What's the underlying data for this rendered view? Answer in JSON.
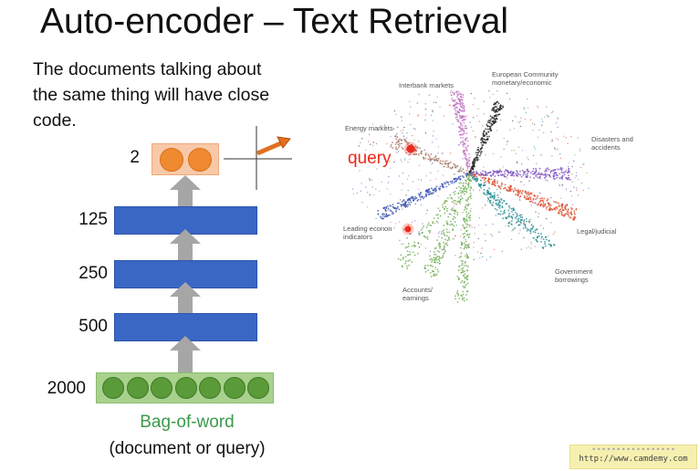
{
  "title": "Auto-encoder – Text Retrieval",
  "description_lines": [
    "The documents talking about",
    "the same thing will have close",
    "code."
  ],
  "network": {
    "layers": [
      {
        "size_label": "2",
        "kind": "code"
      },
      {
        "size_label": "125",
        "kind": "hidden"
      },
      {
        "size_label": "250",
        "kind": "hidden"
      },
      {
        "size_label": "500",
        "kind": "hidden"
      },
      {
        "size_label": "2000",
        "kind": "input"
      }
    ],
    "input_caption": "Bag-of-word",
    "input_subcaption": "(document or query)",
    "colors": {
      "code": "#f4a460",
      "hidden": "#3a66c4",
      "input": "#70ad47",
      "arrow": "#a6a6a6",
      "caption": "#3a9a4a"
    }
  },
  "scatter": {
    "query_label": "query",
    "cluster_labels": {
      "interbank": "Interbank markets",
      "ec": [
        "European Community",
        "monetary/economic"
      ],
      "energy": "Energy markets",
      "disasters": [
        "Disasters and",
        "accidents"
      ],
      "leading": [
        "Leading econon",
        "indicators"
      ],
      "legal": "Legal/judicial",
      "government": [
        "Government",
        "borrowings"
      ],
      "accounts": [
        "Accounts/",
        "earnings"
      ]
    },
    "colors": {
      "brown": "#a0705f",
      "pink": "#c070c0",
      "black": "#222222",
      "purple": "#7a4fc0",
      "red": "#e05030",
      "teal": "#1f8a8f",
      "green": "#6aaa4a",
      "blue": "#3a52b0",
      "query": "#ee2a1a"
    }
  },
  "watermark": "http://www.camdemy.com"
}
